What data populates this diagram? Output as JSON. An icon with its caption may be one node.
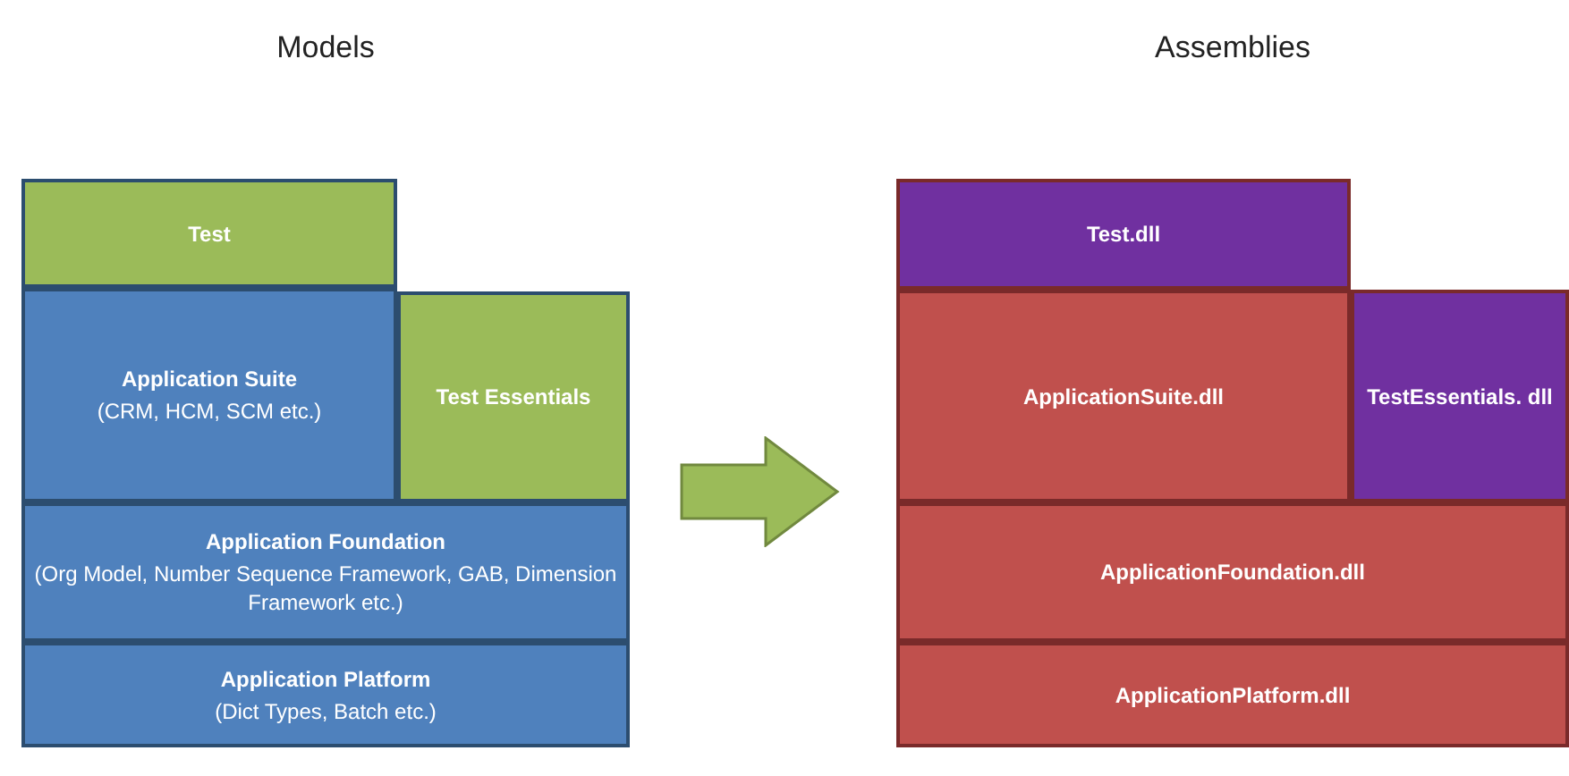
{
  "diagram": {
    "nodes": [
      {
        "text": [
          "Test"
        ]
      },
      {
        "text": [
          "Application Suite",
          "(CRM, HCM, SCM etc.)"
        ]
      },
      {
        "text": [
          "Test Essentials"
        ]
      },
      {
        "text": [
          "Application Foundation",
          "(Org Model, Number Sequence Framework, GAB, Dimension Framework etc.)"
        ]
      },
      {
        "text": [
          "Application Platform",
          "(Dict Types, Batch etc.)"
        ]
      },
      {
        "text": [
          "Test.dll"
        ]
      },
      {
        "text": [
          "ApplicationSuite.dll"
        ]
      },
      {
        "text": [
          "TestEssentials. dll"
        ]
      },
      {
        "text": [
          "ApplicationFoundation.dll"
        ]
      },
      {
        "text": [
          "ApplicationPlatform.dll"
        ]
      }
    ],
    "labels": [
      "Models",
      "Assemblies"
    ]
  }
}
